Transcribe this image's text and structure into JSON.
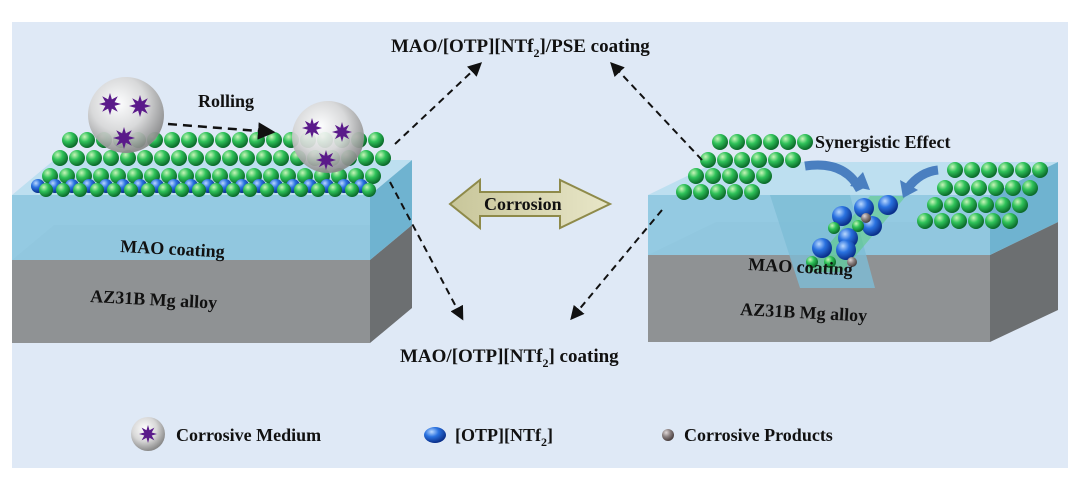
{
  "labels": {
    "top_title": "MAO/[OTP][NTf",
    "top_sub": "2",
    "top_suffix": "]/PSE coating",
    "bottom_title": "MAO/[OTP][NTf",
    "bottom_sub": "2",
    "bottom_suffix": "] coating",
    "rolling": "Rolling",
    "corrosion": "Corrosion",
    "synergistic": "Synergistic Effect",
    "left_coating": "MAO coating",
    "left_alloy": "AZ31B Mg alloy",
    "right_coating": "MAO coating",
    "right_alloy": "AZ31B Mg alloy"
  },
  "legend": {
    "medium": "Corrosive Medium",
    "il_prefix": "[OTP][NTf",
    "il_sub": "2",
    "il_suffix": "]",
    "products": "Corrosive Products"
  },
  "colors": {
    "background_panel": "#dfe9f6",
    "coating_blue": "#8fc8e0",
    "alloy_gray": "#8f9294",
    "sphere_green": "#1fb04a",
    "ionic_liquid_blue": "#1f5fd0",
    "product_gray": "#8a8080",
    "corrosion_arrow": "#a3a060",
    "synergy_arrow": "#4a7fc0"
  }
}
